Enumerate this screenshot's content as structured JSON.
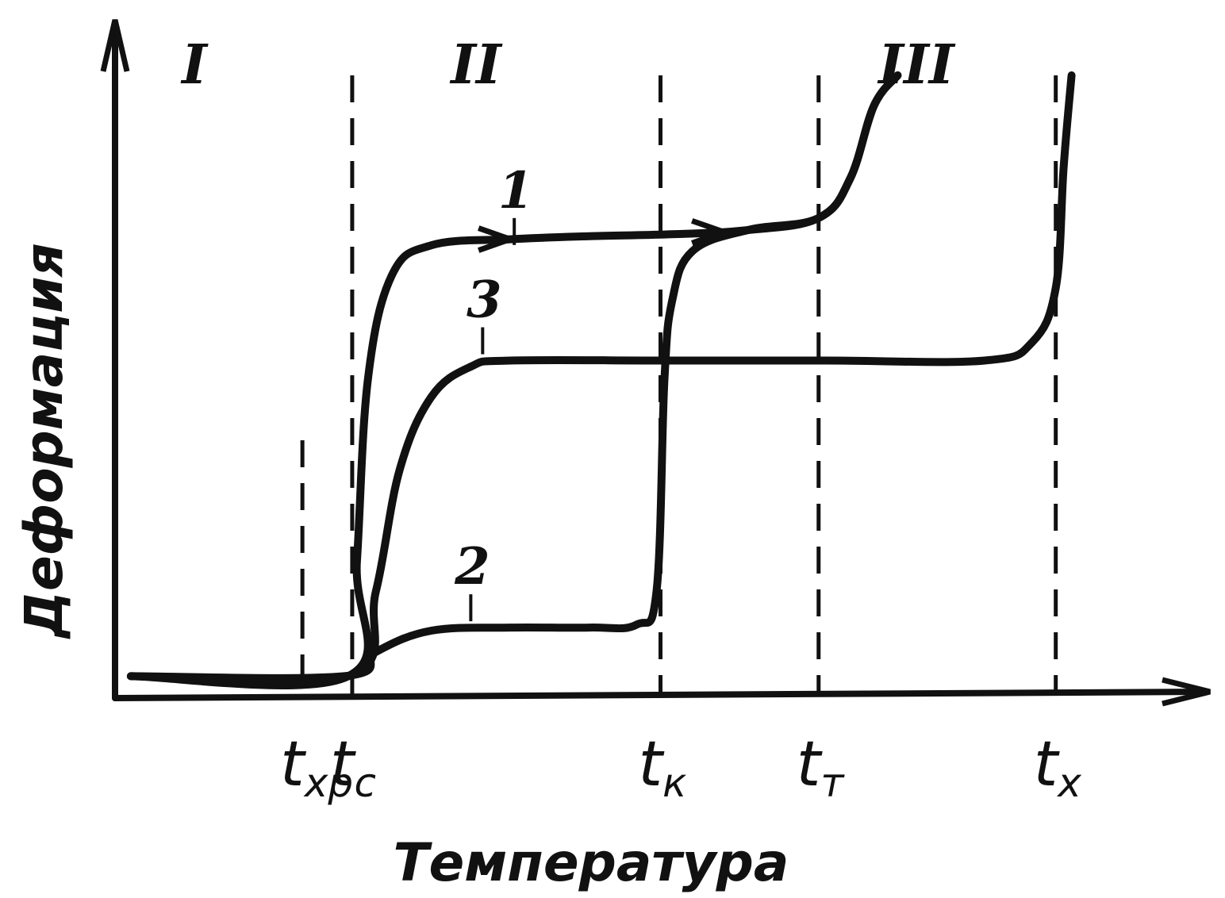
{
  "chart_data": {
    "type": "line",
    "xlabel": "Температура",
    "ylabel": "Деформация",
    "regions": [
      "I",
      "II",
      "III"
    ],
    "temperature_marks": [
      {
        "main": "t",
        "sub": "хр",
        "position": 0.37
      },
      {
        "main": "t",
        "sub": "с",
        "position": 1.0
      },
      {
        "main": "t",
        "sub": "к",
        "position": 4.9
      },
      {
        "main": "t",
        "sub": "т",
        "position": 6.9
      },
      {
        "main": "t",
        "sub": "х",
        "position": 9.9
      }
    ],
    "x_range": [
      -2.0,
      11.8
    ],
    "y_range": [
      0,
      10
    ],
    "grid": false,
    "series": [
      {
        "name": "1",
        "label_anchor": [
          3.05,
          7.1
        ],
        "x": [
          -1.8,
          0.95,
          1.06,
          1.2,
          1.5,
          2.0,
          3.0,
          4.0,
          5.0,
          6.0,
          6.9,
          7.3,
          7.6,
          7.9
        ],
        "values": [
          0.1,
          0.1,
          2.0,
          5.0,
          6.7,
          7.2,
          7.3,
          7.35,
          7.38,
          7.45,
          7.65,
          8.3,
          9.5,
          10.0
        ]
      },
      {
        "name": "2",
        "label_anchor": [
          2.5,
          0.9
        ],
        "x": [
          -1.8,
          0.9,
          1.3,
          2.0,
          3.0,
          4.0,
          4.6,
          4.85,
          4.95,
          5.05,
          5.3,
          6.0,
          6.9,
          7.3,
          7.6,
          7.9
        ],
        "values": [
          0.1,
          0.1,
          0.5,
          0.85,
          0.9,
          0.9,
          0.95,
          1.5,
          5.0,
          6.3,
          7.1,
          7.45,
          7.65,
          8.3,
          9.5,
          10.0
        ]
      },
      {
        "name": "3",
        "label_anchor": [
          2.65,
          5.3
        ],
        "x": [
          -1.8,
          0.95,
          1.3,
          1.6,
          2.0,
          2.5,
          3.0,
          5.0,
          7.0,
          9.0,
          9.6,
          9.9,
          10.0,
          10.1
        ],
        "values": [
          0.1,
          0.1,
          1.5,
          3.5,
          4.7,
          5.2,
          5.3,
          5.3,
          5.3,
          5.3,
          5.6,
          6.5,
          8.5,
          10.0
        ]
      }
    ],
    "arrows_on": "1"
  }
}
